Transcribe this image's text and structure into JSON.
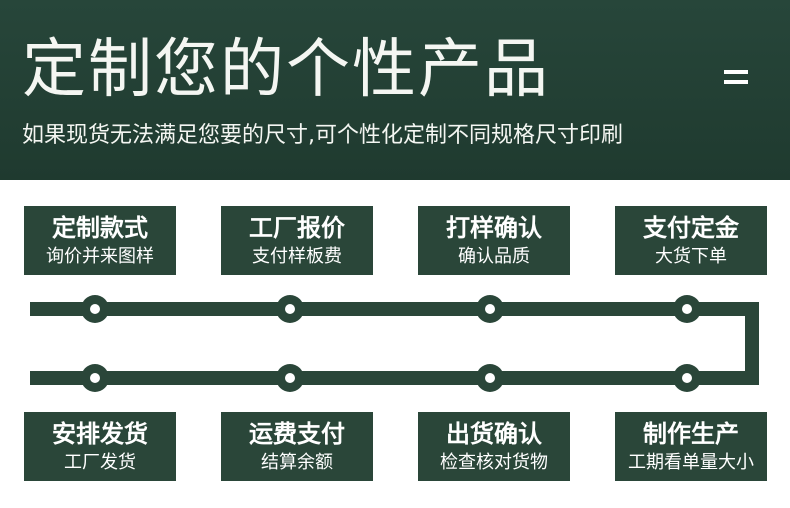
{
  "header": {
    "title": "定制您的个性产品",
    "subtitle": "如果现货无法满足您要的尺寸,可个性化定制不同规格尺寸印刷",
    "menu_icon": "menu-icon"
  },
  "steps_top": [
    {
      "title": "定制款式",
      "sub": "询价并来图样"
    },
    {
      "title": "工厂报价",
      "sub": "支付样板费"
    },
    {
      "title": "打样确认",
      "sub": "确认品质"
    },
    {
      "title": "支付定金",
      "sub": "大货下单"
    }
  ],
  "steps_bottom": [
    {
      "title": "安排发货",
      "sub": "工厂发货"
    },
    {
      "title": "运费支付",
      "sub": "结算余额"
    },
    {
      "title": "出货确认",
      "sub": "检查核对货物"
    },
    {
      "title": "制作生产",
      "sub": "工期看单量大小"
    }
  ],
  "colors": {
    "header_bg": "#23412f",
    "card_bg": "#2a4639",
    "timeline": "#2a4639",
    "text_light": "#ffffff"
  }
}
